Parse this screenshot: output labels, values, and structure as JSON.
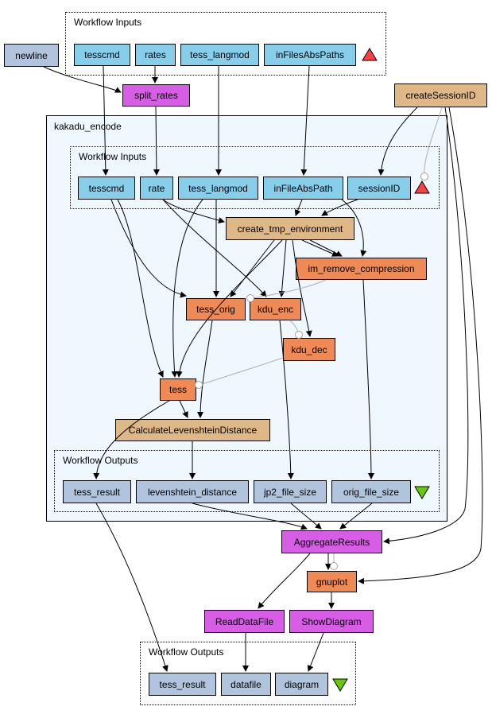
{
  "top_inputs": {
    "title": "Workflow Inputs",
    "tesscmd": "tesscmd",
    "rates": "rates",
    "tess_langmod": "tess_langmod",
    "inFilesAbsPaths": "inFilesAbsPaths"
  },
  "newline": "newline",
  "split_rates": "split_rates",
  "createSessionID": "createSessionID",
  "kakadu": {
    "title": "kakadu_encode",
    "inputs": {
      "title": "Workflow Inputs",
      "tesscmd": "tesscmd",
      "rate": "rate",
      "tess_langmod": "tess_langmod",
      "inFileAbsPath": "inFileAbsPath",
      "sessionID": "sessionID"
    },
    "create_tmp_environment": "create_tmp_environment",
    "im_remove_compression": "im_remove_compression",
    "tess_orig": "tess_orig",
    "kdu_enc": "kdu_enc",
    "kdu_dec": "kdu_dec",
    "tess": "tess",
    "calc": "CalculateLevenshteinDistance",
    "outputs": {
      "title": "Workflow Outputs",
      "tess_result": "tess_result",
      "levenshtein_distance": "levenshtein_distance",
      "jp2_file_size": "jp2_file_size",
      "orig_file_size": "orig_file_size"
    }
  },
  "aggregate": "AggregateResults",
  "gnuplot": "gnuplot",
  "readdatafile": "ReadDataFile",
  "showdiagram": "ShowDiagram",
  "bottom_outputs": {
    "title": "Workflow Outputs",
    "tess_result": "tess_result",
    "datafile": "datafile",
    "diagram": "diagram"
  },
  "colors": {
    "input": "#87ceeb",
    "output": "#b0c4de",
    "beanshell": "#deb887",
    "local_worker": "#d75de6",
    "tool": "#ef8a54",
    "nested_bg": "#f0f8ff",
    "input_marker": "#ff4040",
    "output_marker": "#66cc00"
  }
}
